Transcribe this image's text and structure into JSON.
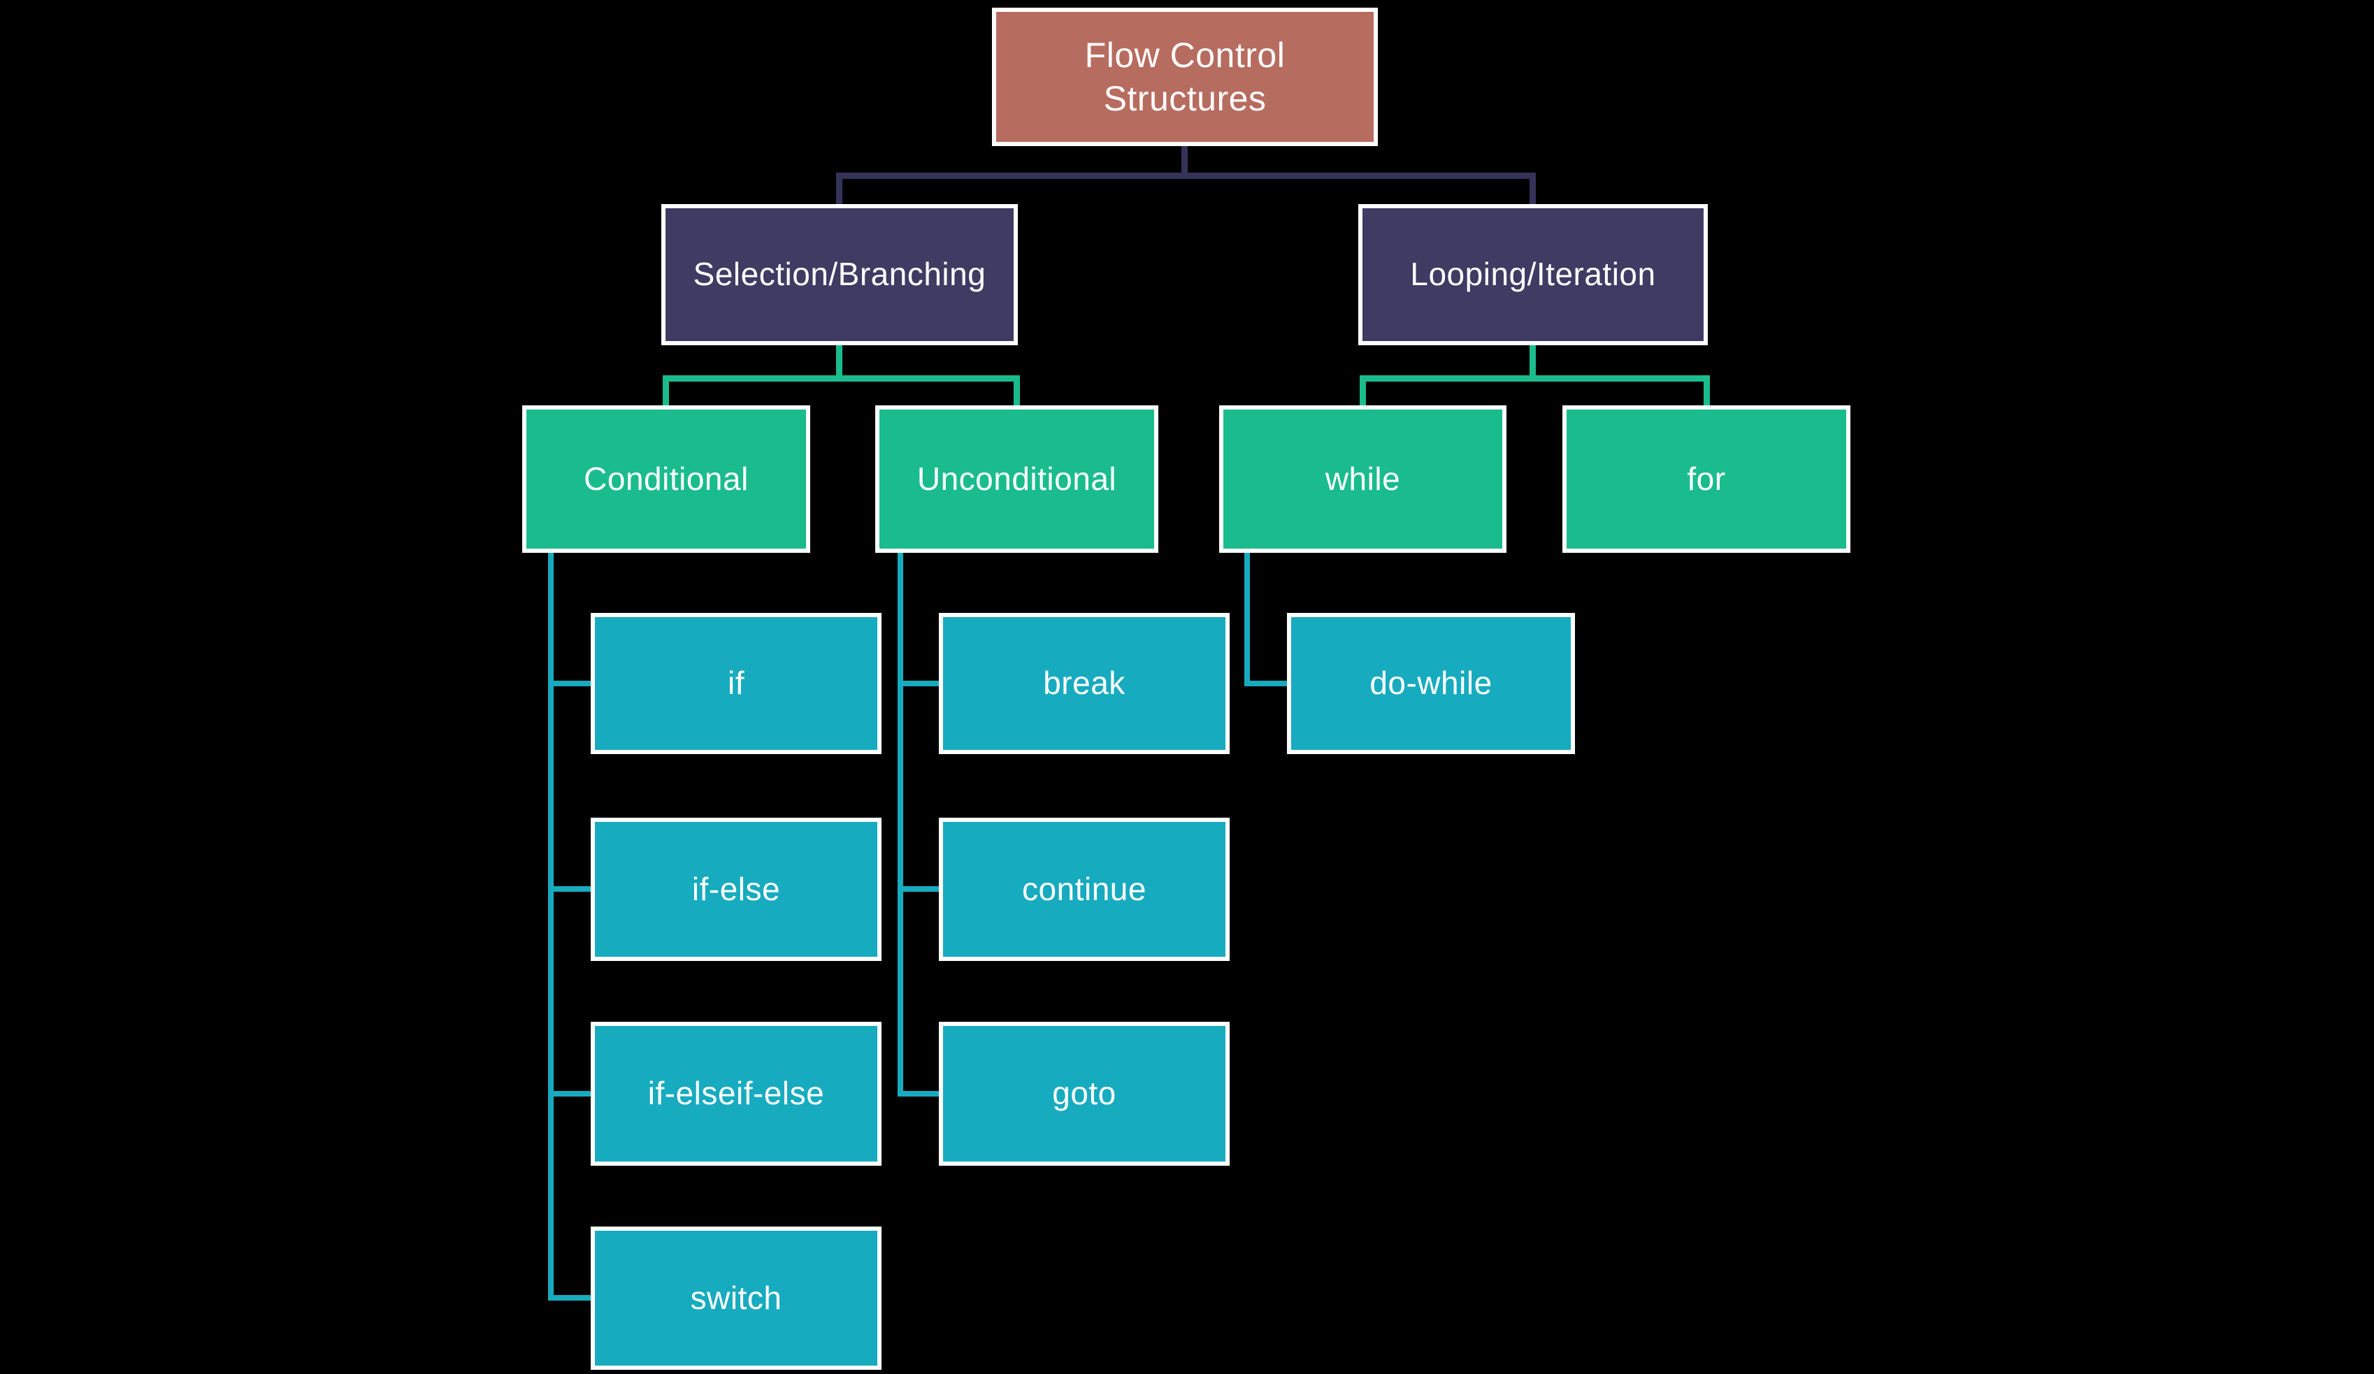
{
  "diagram": {
    "kind": "hierarchy-flowchart",
    "title": "Flow Control Structures"
  },
  "colors": {
    "bg": "#000000",
    "rootFill": "#b76c60",
    "branchFill": "#3f3b63",
    "catFill": "#1abc8d",
    "leafFill": "#17abbf",
    "connDark": "#35325a",
    "connGreen": "#1abc8d",
    "connTeal": "#17abbf",
    "border": "#ffffff",
    "text": "#ffffff"
  },
  "tree": {
    "label": "Flow Control Structures",
    "children": [
      {
        "label": "Selection/Branching",
        "children": [
          {
            "label": "Conditional",
            "children": [
              {
                "label": "if"
              },
              {
                "label": "if-else"
              },
              {
                "label": "if-elseif-else"
              },
              {
                "label": "switch"
              }
            ]
          },
          {
            "label": "Unconditional",
            "children": [
              {
                "label": "break"
              },
              {
                "label": "continue"
              },
              {
                "label": "goto"
              }
            ]
          }
        ]
      },
      {
        "label": "Looping/Iteration",
        "children": [
          {
            "label": "while",
            "children": [
              {
                "label": "do-while"
              }
            ]
          },
          {
            "label": "for",
            "children": []
          }
        ]
      }
    ]
  }
}
